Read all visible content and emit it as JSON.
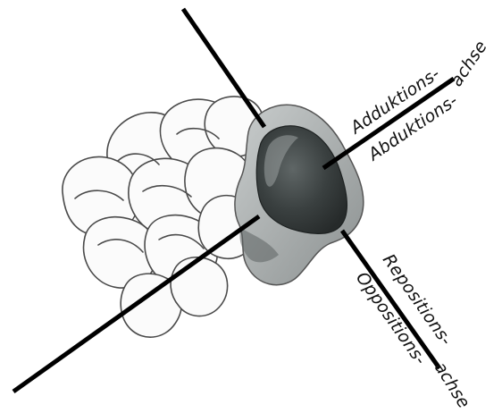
{
  "labels": {
    "adduktion": "Adduktions-",
    "abduktion": "Abduktions-",
    "achse_top": "achse",
    "reposition": "Repositions-",
    "opposition": "Oppositions-",
    "achse_bottom": "achse"
  },
  "colors": {
    "axis_line": "#000000",
    "bone_dark": "#3a3f3f",
    "bone_mid": "#7c8282",
    "outline": "#4a4a4a"
  }
}
